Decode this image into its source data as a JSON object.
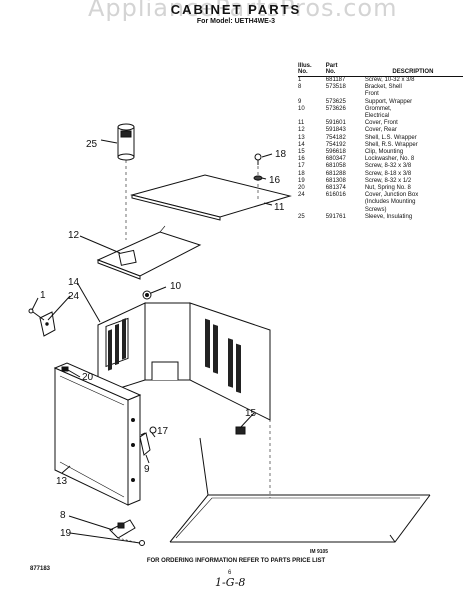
{
  "watermark": "AppliancePartsPros.com",
  "header": {
    "title": "CABINET PARTS",
    "subtitle": "For Model: UETH4WE-3"
  },
  "table": {
    "headers": {
      "illus": [
        "Illus.",
        "No."
      ],
      "part": [
        "Part",
        "No."
      ],
      "description": "DESCRIPTION"
    },
    "rows": [
      {
        "illus": "1",
        "part": "681187",
        "desc": [
          "Screw, 10-32 x 3/8"
        ]
      },
      {
        "illus": "8",
        "part": "573518",
        "desc": [
          "Bracket, Shell",
          "Front"
        ]
      },
      {
        "illus": "9",
        "part": "573625",
        "desc": [
          "Support, Wrapper"
        ]
      },
      {
        "illus": "10",
        "part": "573626",
        "desc": [
          "Grommet,",
          "Electrical"
        ]
      },
      {
        "illus": "11",
        "part": "591601",
        "desc": [
          "Cover, Front"
        ]
      },
      {
        "illus": "12",
        "part": "591843",
        "desc": [
          "Cover, Rear"
        ]
      },
      {
        "illus": "13",
        "part": "754182",
        "desc": [
          "Shell, L.S. Wrapper"
        ]
      },
      {
        "illus": "14",
        "part": "754192",
        "desc": [
          "Shell, R.S. Wrapper"
        ]
      },
      {
        "illus": "15",
        "part": "596618",
        "desc": [
          "Clip, Mounting"
        ]
      },
      {
        "illus": "16",
        "part": "680347",
        "desc": [
          "Lockwasher, No. 8"
        ]
      },
      {
        "illus": "17",
        "part": "681058",
        "desc": [
          "Screw, 8-32 x 3/8"
        ]
      },
      {
        "illus": "18",
        "part": "681288",
        "desc": [
          "Screw, 8-18 x 3/8"
        ]
      },
      {
        "illus": "19",
        "part": "681308",
        "desc": [
          "Screw, 8-32 x 1/2"
        ]
      },
      {
        "illus": "20",
        "part": "681374",
        "desc": [
          "Nut, Spring No. 8"
        ]
      },
      {
        "illus": "24",
        "part": "616016",
        "desc": [
          "Cover, Junction Box",
          "(Includes Mounting",
          "Screws)"
        ]
      },
      {
        "illus": "25",
        "part": "591761",
        "desc": [
          "Sleeve, Insulating"
        ]
      }
    ]
  },
  "callouts": {
    "c25": "25",
    "c18": "18",
    "c16": "16",
    "c11": "11",
    "c12": "12",
    "c10": "10",
    "c14": "14",
    "c1": "1",
    "c24": "24",
    "c20": "20",
    "c15": "15",
    "c17": "17",
    "c9": "9",
    "c13": "13",
    "c8": "8",
    "c19": "19"
  },
  "figure_number": "IM 9105",
  "footer": "FOR ORDERING INFORMATION REFER TO PARTS PRICE LIST",
  "doc_number": "877183",
  "page_number": "6",
  "handwritten_note": "1-G-8"
}
